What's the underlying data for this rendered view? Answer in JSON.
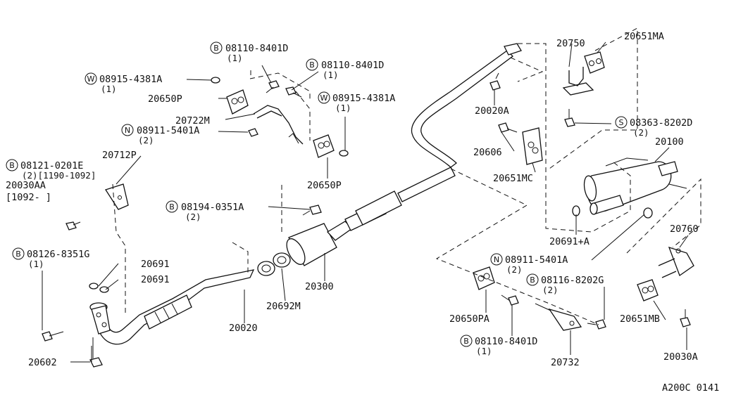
{
  "diagram_code": "A200C 0141",
  "parts": {
    "p_08110_8401D_a": {
      "prefix": "B",
      "number": "08110-8401D",
      "qty": "(1)"
    },
    "p_08110_8401D_b": {
      "prefix": "B",
      "number": "08110-8401D",
      "qty": "(1)"
    },
    "p_08915_4381A_a": {
      "prefix": "W",
      "number": "08915-4381A",
      "qty": "(1)"
    },
    "p_08915_4381A_b": {
      "prefix": "W",
      "number": "08915-4381A",
      "qty": "(1)"
    },
    "p_20650P_a": {
      "number": "20650P"
    },
    "p_20650P_b": {
      "number": "20650P"
    },
    "p_20722M": {
      "number": "20722M"
    },
    "p_08911_5401A_a": {
      "prefix": "N",
      "number": "08911-5401A",
      "qty": "(2)"
    },
    "p_08911_5401A_b": {
      "prefix": "N",
      "number": "08911-5401A",
      "qty": "(2)"
    },
    "p_08121_0201E": {
      "prefix": "B",
      "number": "08121-0201E",
      "qty": "(2)[1190-1092]"
    },
    "p_20712P": {
      "number": "20712P"
    },
    "p_20030AA": {
      "number": "20030AA",
      "range": "[1092-      ]"
    },
    "p_08194_0351A": {
      "prefix": "B",
      "number": "08194-0351A",
      "qty": "(2)"
    },
    "p_08126_8351G": {
      "prefix": "B",
      "number": "08126-8351G",
      "qty": "(1)"
    },
    "p_20691_a": {
      "number": "20691"
    },
    "p_20691_b": {
      "number": "20691"
    },
    "p_20300": {
      "number": "20300"
    },
    "p_20692M": {
      "number": "20692M"
    },
    "p_20020": {
      "number": "20020"
    },
    "p_20602": {
      "number": "20602"
    },
    "p_20020A": {
      "number": "20020A"
    },
    "p_20606": {
      "number": "20606"
    },
    "p_20651MC": {
      "number": "20651MC"
    },
    "p_20750": {
      "number": "20750"
    },
    "p_20651MA": {
      "number": "20651MA"
    },
    "p_08363_8202D": {
      "prefix": "S",
      "number": "08363-8202D",
      "qty": "(2)"
    },
    "p_20100": {
      "number": "20100"
    },
    "p_20691_A": {
      "number": "20691+A"
    },
    "p_20760": {
      "number": "20760"
    },
    "p_08116_8202G": {
      "prefix": "B",
      "number": "08116-8202G",
      "qty": "(2)"
    },
    "p_20651MB": {
      "number": "20651MB"
    },
    "p_20650PA": {
      "number": "20650PA"
    },
    "p_08110_8401D_c": {
      "prefix": "B",
      "number": "08110-8401D",
      "qty": "(1)"
    },
    "p_20732": {
      "number": "20732"
    },
    "p_20030A": {
      "number": "20030A"
    }
  }
}
